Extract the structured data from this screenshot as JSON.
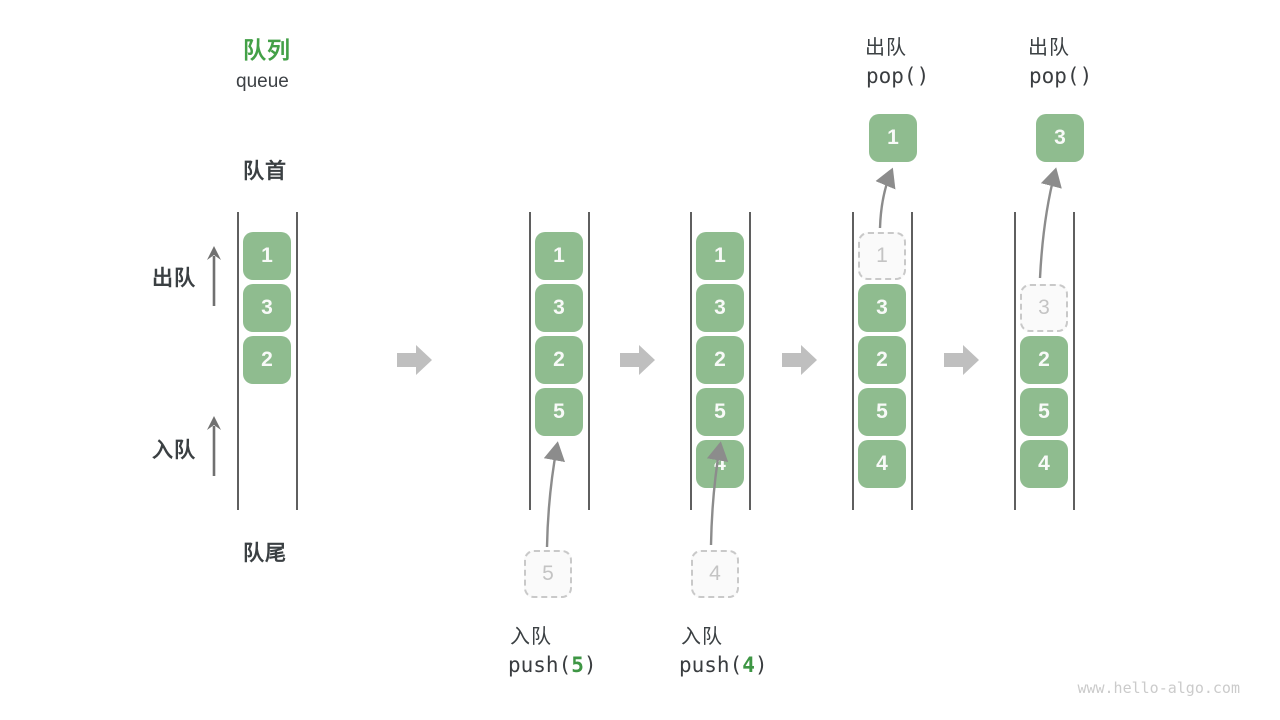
{
  "title": {
    "heading": "队列",
    "subheading": "queue"
  },
  "side_labels": {
    "front": "队首",
    "rear": "队尾",
    "dequeue": "出队",
    "enqueue": "入队"
  },
  "states": [
    {
      "cells": [
        "1",
        "3",
        "2"
      ]
    },
    {
      "cells": [
        "1",
        "3",
        "2",
        "5"
      ],
      "incoming": "5",
      "op": {
        "name": "入队",
        "fn_open": "push(",
        "arg": "5",
        "fn_close": ")"
      }
    },
    {
      "cells": [
        "1",
        "3",
        "2",
        "5",
        "4"
      ],
      "incoming": "4",
      "op": {
        "name": "入队",
        "fn_open": "push(",
        "arg": "4",
        "fn_close": ")"
      }
    },
    {
      "cells": [
        "3",
        "2",
        "5",
        "4"
      ],
      "ghost": "1",
      "popped": "1",
      "op": {
        "name": "出队",
        "fn": "pop()"
      }
    },
    {
      "cells": [
        "2",
        "5",
        "4"
      ],
      "ghost": "3",
      "popped": "3",
      "op": {
        "name": "出队",
        "fn": "pop()"
      }
    }
  ],
  "watermark": "www.hello-algo.com",
  "colors": {
    "box_green": "#8fbc8f",
    "accent_green": "#43a047",
    "arg_green": "#3e9644",
    "ghost_gray": "#c9c9c9",
    "arrow_gray": "#bfbfbf"
  }
}
